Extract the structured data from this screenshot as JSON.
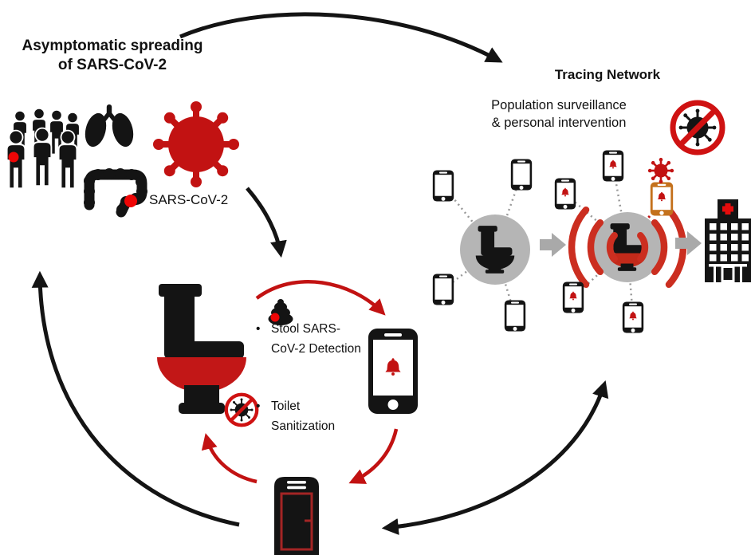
{
  "figure": {
    "left_section": {
      "title": "Asymptomatic spreading\nof SARS-CoV-2",
      "virus_label": "SARS-CoV-2"
    },
    "right_section": {
      "title": "Tracing Network",
      "subtitle": "Population surveillance\n& personal intervention"
    },
    "cycle_section": {
      "bullet_marker": "•",
      "bullet_1": "Stool SARS-CoV-2 Detection",
      "bullet_2": "Toilet Sanitization"
    },
    "icons": {
      "crowd": "crowd-of-people",
      "lungs": "lungs",
      "colon": "large-intestine-with-infection-dot",
      "virus": "sars-cov-2-virus",
      "no_virus": "virus-prohibited",
      "toilet": "toilet",
      "smart_toilet_hub": "toilet-network-hub",
      "signal": "radio-signal-waves",
      "poop": "stool-sample",
      "phone": "smartphone",
      "alert_phone": "smartphone-with-alert-bell",
      "infected_phone": "infected-user-smartphone",
      "hospital": "hospital-building",
      "portable_toilet": "portable-toilet-cabin"
    },
    "colors": {
      "primary_red": "#c21212",
      "signal_red": "#cb2e20",
      "bright_red": "#ee0606",
      "door_red": "#a32525",
      "orange": "#c4711c",
      "hub_gray": "#b5b5b5",
      "arrow_gray": "#a9a9a9",
      "dot_gray": "#999999",
      "black": "#141414"
    }
  }
}
